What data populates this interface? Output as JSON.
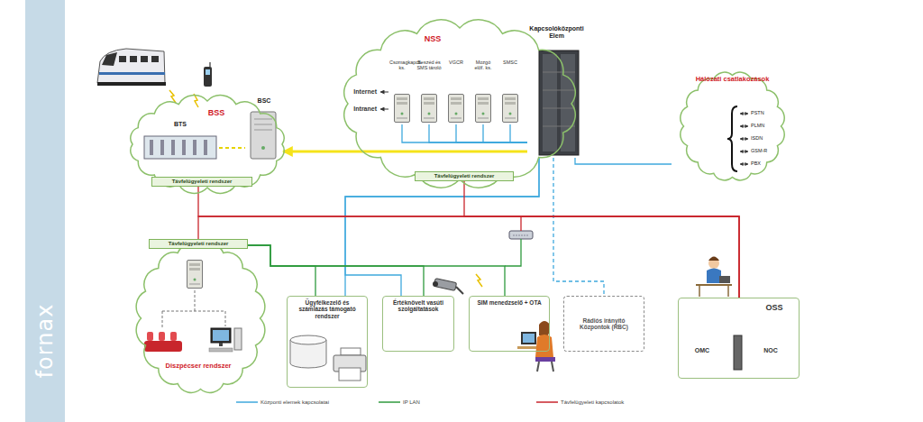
{
  "diagram": {
    "nodes": [
      {
        "text": [
          "BSS"
        ]
      },
      {
        "text": [
          "BTS"
        ],
        "in": 0
      },
      {
        "text": [
          "BSC"
        ],
        "in": 0
      },
      {
        "text": [
          "Távfelügyeleti rendszer"
        ],
        "in": 0
      },
      {
        "text": [
          "NSS"
        ]
      },
      {
        "text": [
          "Csomagkapcs. ks."
        ],
        "in": 4
      },
      {
        "text": [
          "Beszéd és SMS tároló"
        ],
        "in": 4
      },
      {
        "text": [
          "VGCR"
        ],
        "in": 4
      },
      {
        "text": [
          "Mozgó előf. ks."
        ],
        "in": 4
      },
      {
        "text": [
          "SMSC"
        ],
        "in": 4
      },
      {
        "text": [
          "Kapcsolóközponti Elem"
        ],
        "in": 4
      },
      {
        "text": [
          "Távfelügyeleti rendszer"
        ],
        "in": 4
      },
      {
        "text": [
          "Hálózati csatlakozások",
          "PSTN",
          "PLMN",
          "ISDN",
          "GSM-R",
          "PBX"
        ]
      },
      {
        "text": [
          "Diszpécser rendszer"
        ]
      },
      {
        "text": [
          "Távfelügyeleti rendszer"
        ],
        "in": 13
      },
      {
        "text": [
          "Ügyfélkezelő és számlázás támogató rendszer"
        ]
      },
      {
        "text": [
          "Értéknövelt vasúti szolgáltatások"
        ]
      },
      {
        "text": [
          "SIM menedzselő + OTA"
        ]
      },
      {
        "text": [
          "Rádiós irányító Központok (RBC)"
        ]
      },
      {
        "text": [
          "OSS",
          "OMC",
          "NOC"
        ]
      }
    ],
    "edges": [
      {
        "from": 10,
        "to": 2,
        "arrow": "to"
      },
      {
        "from": 5,
        "to": 10,
        "arrow": "none"
      },
      {
        "from": 6,
        "to": 10,
        "arrow": "none"
      },
      {
        "from": 7,
        "to": 10,
        "arrow": "none"
      },
      {
        "from": 8,
        "to": 10,
        "arrow": "none"
      },
      {
        "from": 9,
        "to": 10,
        "arrow": "none"
      },
      {
        "from": 10,
        "to": 12,
        "arrow": "none"
      },
      {
        "from": 10,
        "to": 18,
        "arrow": "none"
      },
      {
        "from": 10,
        "to": 15,
        "arrow": "none"
      },
      {
        "from": 10,
        "to": 16,
        "arrow": "none"
      },
      {
        "from": 19,
        "to": 3,
        "arrow": "none"
      },
      {
        "from": 19,
        "to": 11,
        "arrow": "none"
      },
      {
        "from": 19,
        "to": 14,
        "arrow": "none"
      },
      {
        "from": 14,
        "to": 15,
        "arrow": "none"
      },
      {
        "from": 14,
        "to": 16,
        "arrow": "none"
      },
      {
        "from": 14,
        "to": 17,
        "arrow": "none"
      }
    ],
    "labels": [
      "fornax",
      "Internet",
      "Intranet"
    ],
    "legend": [
      {
        "text": "Központi elemek kapcsolatai"
      },
      {
        "text": "IP LAN"
      },
      {
        "text": "Távfelügyeleti kapcsolatok"
      }
    ]
  }
}
